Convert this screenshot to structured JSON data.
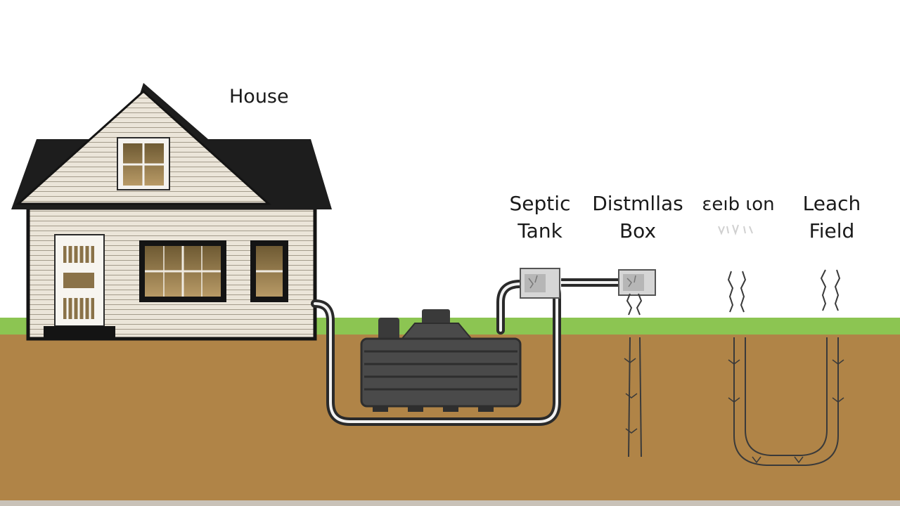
{
  "labels": {
    "house": "House",
    "septic_tank_line1": "Septic",
    "septic_tank_line2": "Tank",
    "distribution_box_line1": "Distmllas",
    "distribution_box_line2": "Box",
    "third_label_line1": "ɛeıb ɩon",
    "leach_field_line1": "Leach",
    "leach_field_line2": "Field"
  },
  "colors": {
    "sky": "#ffffff",
    "grass": "#8cc552",
    "soil": "#b08447",
    "house_siding": "#e8e2d6",
    "roof": "#1d1d1d",
    "tank": "#4a4a4a",
    "pipe": "#2a2a2a",
    "window_glass": "#8a7248"
  }
}
